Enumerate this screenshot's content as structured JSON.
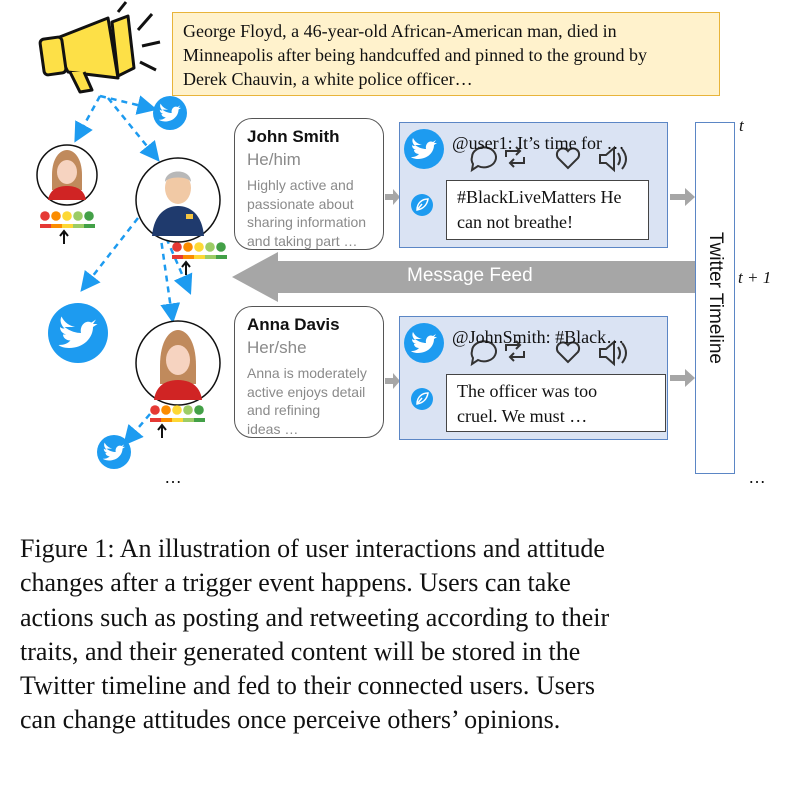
{
  "news": {
    "lines": [
      "George Floyd, a 46-year-old African-American man, died in",
      "Minneapolis after being handcuffed and pinned to the ground by",
      "Derek Chauvin, a white police officer…"
    ]
  },
  "users": [
    {
      "name": "John Smith",
      "pronouns": "He/him",
      "description": [
        "Highly active and",
        "passionate about",
        "sharing information",
        "and taking part …"
      ],
      "post": "@user1: It’s time for …",
      "reply": [
        "#BlackLiveMatters He",
        "can not breathe!"
      ]
    },
    {
      "name": "Anna Davis",
      "pronouns": "Her/she",
      "description": [
        "Anna is moderately",
        "active enjoys detail",
        "and refining",
        "ideas …"
      ],
      "post": "@JohnSmith: #Black…",
      "reply": [
        "The officer was too",
        "cruel. We must …"
      ]
    }
  ],
  "message_feed": "Message Feed",
  "timeline": {
    "label": "Twitter Timeline",
    "t_label": "t",
    "t_next_label": "t + 1"
  },
  "ellipsis": "…",
  "caption": [
    "Figure 1: An illustration of user interactions and attitude",
    "changes after a trigger event happens. Users can take",
    "actions such as posting and retweeting according to their",
    "traits, and their generated content will be stored in the",
    "Twitter timeline and fed to their connected users. Users",
    "can change attitudes once perceive others’ opinions."
  ],
  "colors": {
    "twitter_blue": "#1d9bf0",
    "post_bg": "#dae3f3",
    "news_bg": "#fff2cc",
    "arrow_gray": "#a6a6a6"
  }
}
